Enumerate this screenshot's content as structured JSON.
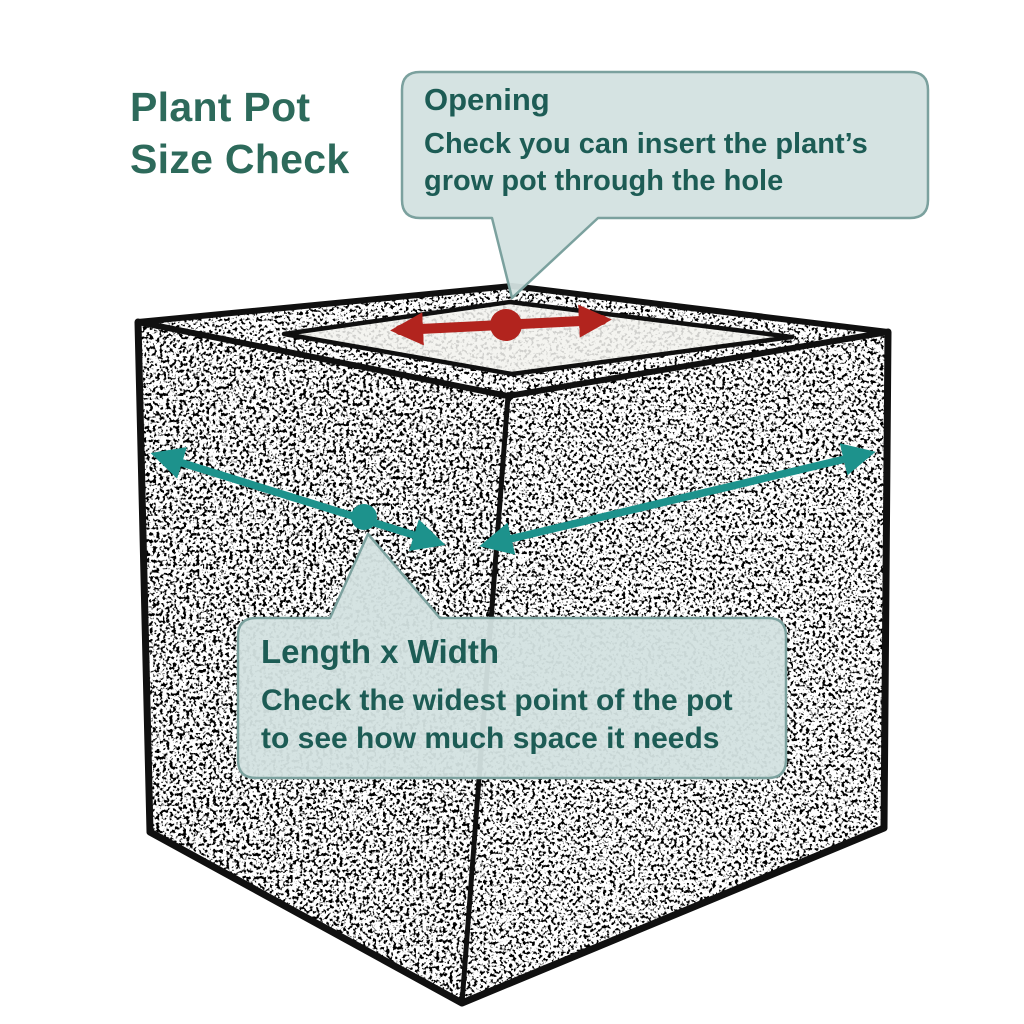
{
  "heading": {
    "text": "Plant Pot\nSize Check"
  },
  "callouts": {
    "opening": {
      "title": "Opening",
      "body": "Check you can insert the plant’s\ngrow pot through the hole"
    },
    "dimensions": {
      "title": "Length x Width",
      "body": "Check the widest point of the pot\nto see how much space it needs"
    }
  },
  "diagram": {
    "annotations": [
      {
        "name": "opening-span-arrow",
        "color": "#b2241e"
      },
      {
        "name": "opening-center-dot",
        "color": "#b2241e"
      },
      {
        "name": "length-span-arrow",
        "color": "#1d928c"
      },
      {
        "name": "width-span-arrow",
        "color": "#1d928c"
      },
      {
        "name": "length-width-corner-dot",
        "color": "#1d928c"
      }
    ],
    "colors": {
      "accent_teal": "#1d928c",
      "accent_red": "#b2241e",
      "bubble_fill": "#d3e1e0",
      "bubble_border": "#7ba19e",
      "text": "#1d5c55",
      "heading": "#2d6a5b",
      "ink": "#101010",
      "background": "#ffffff"
    }
  }
}
